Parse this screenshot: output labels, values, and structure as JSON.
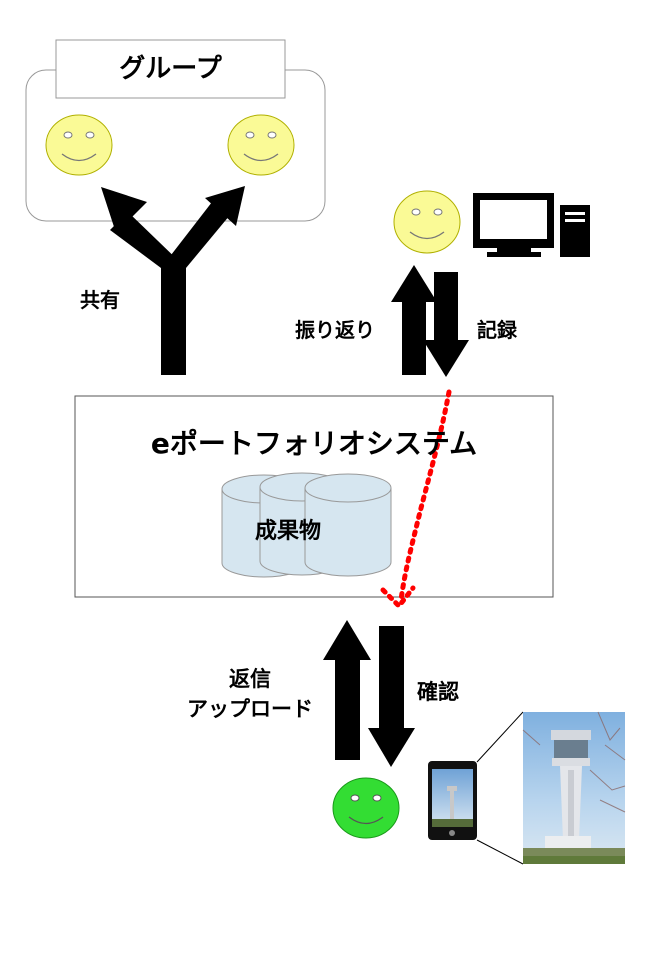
{
  "group": {
    "title": "グループ"
  },
  "labels": {
    "share": "共有",
    "reflect": "振り返り",
    "record": "記録",
    "reply_line1": "返信",
    "reply_line2": "アップロード",
    "confirm": "確認"
  },
  "system": {
    "title": "eポートフォリオシステム",
    "database_label": "成果物"
  },
  "colors": {
    "smiley_yellow": "#fafa96",
    "smiley_green": "#33dd33",
    "database_fill": "#d6e6f0",
    "dotted_arrow": "#ff0000"
  },
  "icons": [
    "smiley-icon",
    "desktop-computer-icon",
    "smartphone-icon",
    "database-icon",
    "tower-photo"
  ]
}
